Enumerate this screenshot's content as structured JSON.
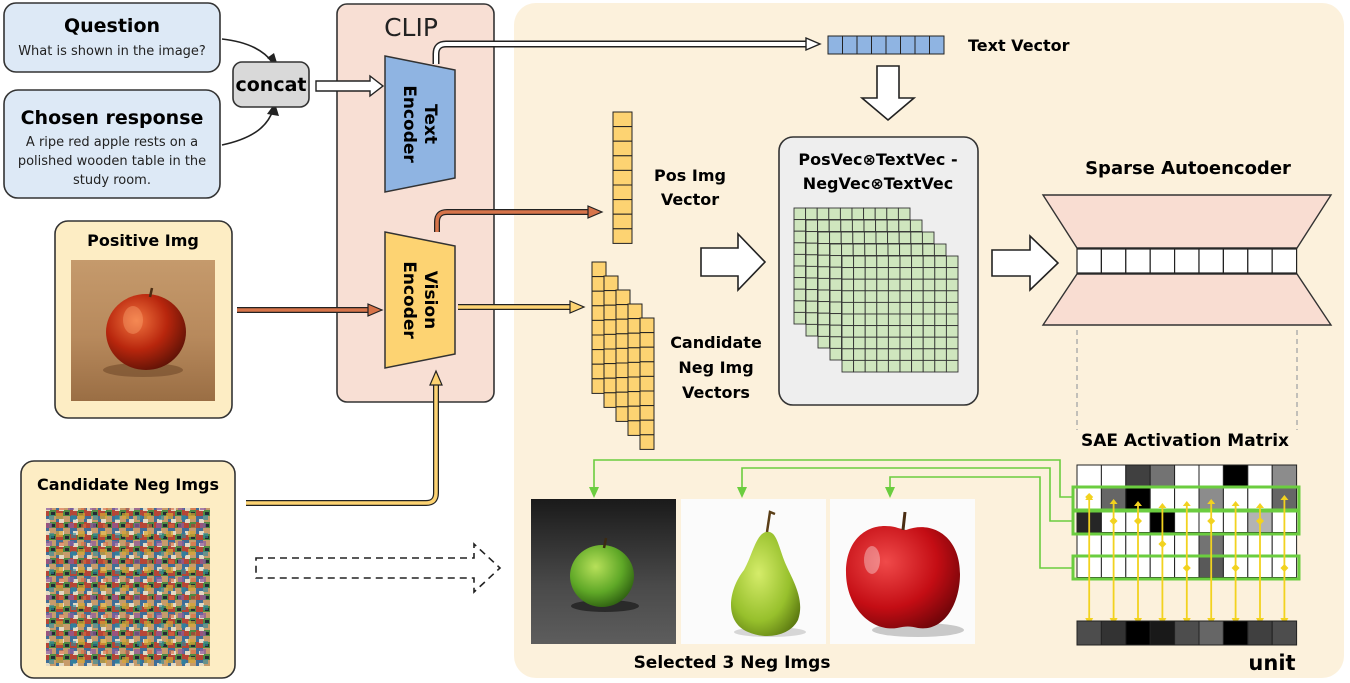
{
  "question": {
    "title": "Question",
    "body": "What is shown in the image?"
  },
  "chosen_response": {
    "title": "Chosen response",
    "lines": [
      "A ripe red apple rests on a",
      "polished wooden table in the",
      "study room."
    ]
  },
  "concat_label": "concat",
  "clip": {
    "title": "CLIP",
    "text_encoder": [
      "Text",
      "Encoder"
    ],
    "vision_encoder": [
      "Vision",
      "Encoder"
    ]
  },
  "positive_img_label": "Positive Img",
  "candidate_neg_imgs_label": "Candidate Neg Imgs",
  "text_vector_label": "Text Vector",
  "pos_img_vector_label": [
    "Pos Img",
    "Vector"
  ],
  "candidate_neg_img_vectors_label": [
    "Candidate",
    "Neg Img",
    "Vectors"
  ],
  "formula": [
    "PosVec⊗TextVec -",
    "NegVec⊗TextVec"
  ],
  "sae_label": "Sparse Autoencoder",
  "sae_matrix_label": "SAE Activation Matrix",
  "unit_label": "unit",
  "selected_label": "Selected 3 Neg Imgs",
  "colors": {
    "question_box": "#dde9f6",
    "clip_box": "#f8dfd4",
    "image_box": "#fdedc4",
    "panel": "#fcf1dc",
    "text_encoder": "#8fb4e2",
    "vision_encoder": "#fdd372",
    "vector_cell_yellow": "#fdd372",
    "grid_green": "#cfe6be",
    "highlight_green": "#6bcd3f",
    "orange_arrow": "#d7744a",
    "sae_pink": "#f9ddd2"
  },
  "sae_activation_rows": [
    [
      0,
      0,
      0.75,
      0.55,
      0,
      0,
      1,
      0,
      0.45
    ],
    [
      0,
      0.6,
      1,
      0,
      0,
      0.45,
      0,
      0,
      0.6
    ],
    [
      0.85,
      0,
      0,
      1,
      0,
      0,
      0,
      0.3,
      0
    ],
    [
      0,
      0,
      0,
      0,
      0,
      0.55,
      0,
      0,
      0
    ],
    [
      0,
      0,
      0,
      0,
      0,
      0.65,
      0,
      0,
      0
    ]
  ],
  "unit_row": [
    0.7,
    0.8,
    1,
    0.9,
    0.7,
    0.6,
    1,
    0.75,
    0.7
  ],
  "selected_images": [
    {
      "icon": "green-apple"
    },
    {
      "icon": "pear"
    },
    {
      "icon": "red-apple"
    }
  ]
}
